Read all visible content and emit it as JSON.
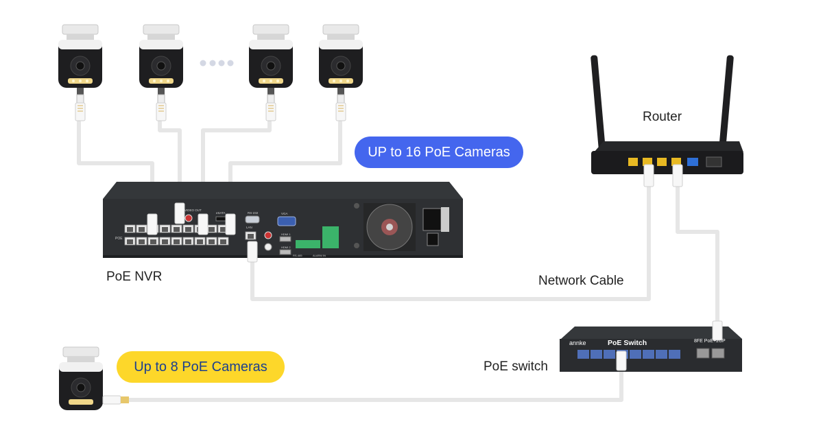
{
  "labels": {
    "router": "Router",
    "poe_nvr": "PoE NVR",
    "network_cable": "Network Cable",
    "poe_switch": "PoE switch"
  },
  "badges": {
    "nvr_cameras": "UP to 16 PoE Cameras",
    "switch_cameras": "Up to 8 PoE Cameras"
  },
  "device_text": {
    "switch_brand": "annke",
    "switch_title": "PoE Switch",
    "switch_ports_note": "8FE PoE+2UP",
    "nvr_video_out": "VIDEO OUT",
    "nvr_esata": "eSATA",
    "nvr_vga": "VGA",
    "nvr_lan": "LAN",
    "nvr_poe": "POE",
    "nvr_hdmi1": "HDMI 1",
    "nvr_hdmi2": "HDMI 2",
    "nvr_alarm": "ALARM IN",
    "nvr_rs232": "RS-232",
    "nvr_rs485": "RS-485"
  },
  "colors": {
    "badge_blue": "#4466ee",
    "badge_yellow": "#fdd72a",
    "device_dark": "#2e3033",
    "switch_port_blue": "#4f6fb8",
    "router_port_yellow": "#e8b923",
    "cable": "#e6e6e6"
  },
  "icons": {
    "camera": "bullet-camera-icon",
    "router": "router-icon",
    "nvr": "nvr-icon",
    "switch": "network-switch-icon",
    "ellipsis": "ellipsis-icon"
  }
}
